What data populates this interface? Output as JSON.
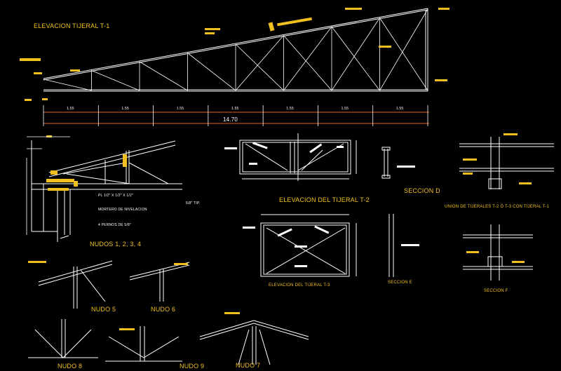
{
  "titles": {
    "t1": "ELEVACION TIJERAL T-1",
    "t2": "ELEVACION DEL TIJERAL T-2",
    "t3": "ELEVACION DEL TIJERAL T-3",
    "nudos1234": "NUDOS 1, 2, 3, 4",
    "nudo5": "NUDO 5",
    "nudo6": "NUDO 6",
    "nudo7": "NUDO 7",
    "nudo8": "NUDO 8",
    "nudo9": "NUDO 9",
    "seccionD": "SECCION D",
    "seccionE": "SECCION E",
    "seccionF": "SECCION F",
    "union": "UNION DE TIJERALES T-2 Ó T-3 CON TIJERAL T-1"
  },
  "notes": {
    "plate": "PL 1/2\" X 1/2\" X 1/2\"",
    "mortero": "MORTERO DE NIVELACION",
    "pernos": "4 PERNOS DE 5/8\"",
    "snipe": "5/8\" TIP."
  },
  "dimensions": {
    "total": "14.70",
    "segments": [
      "1.55",
      "1.55",
      "1.55",
      "1.55",
      "1.55",
      "1.55",
      "1.55"
    ]
  },
  "colors": {
    "background": "#000000",
    "lines": "#ffffff",
    "annotations": "#f0c020",
    "dimension": "#e06020"
  }
}
